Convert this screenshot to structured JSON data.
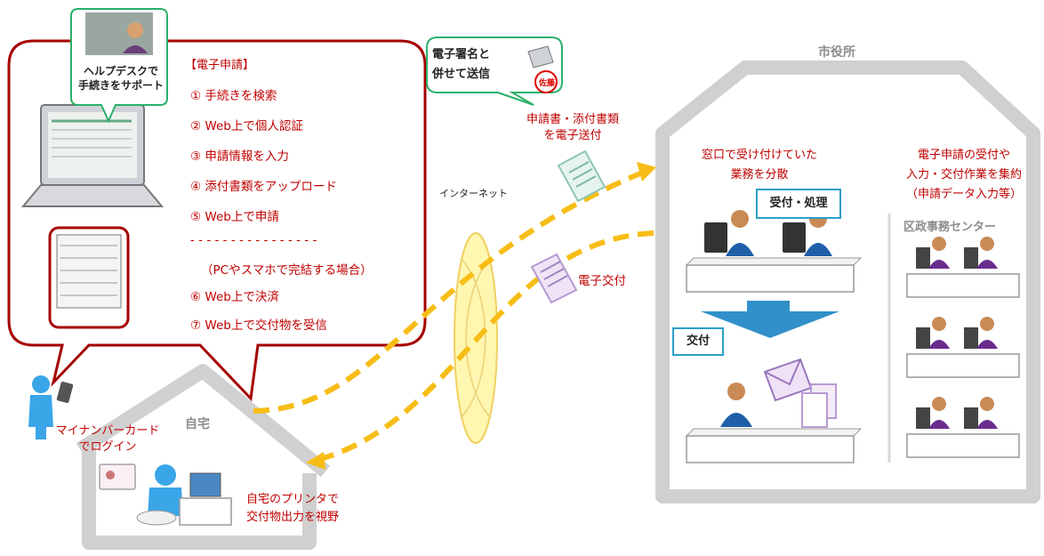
{
  "application": {
    "title": "【電子申請】",
    "steps": [
      "① 手続きを検索",
      "② Web上で個人認証",
      "③ 申請情報を入力",
      "④ 添付書類をアップロード",
      "⑤ Web上で申請"
    ],
    "divider": "- - - - - - - - - - - - - - - -",
    "note": "（PCやスマホで完結する場合）",
    "steps_extra": [
      "⑥ Web上で決済",
      "⑦ Web上で交付物を受信"
    ]
  },
  "helpdesk": {
    "line1": "ヘルプデスクで",
    "line2": "手続きをサポート"
  },
  "signature": {
    "line1": "電子署名と",
    "line2": "併せて送信",
    "stamp": "佐藤"
  },
  "send_docs": {
    "line1": "申請書・添付書類",
    "line2": "を電子送付"
  },
  "internet": "インターネット",
  "delivery": "電子交付",
  "home": {
    "title": "自宅",
    "mynumber_line1": "マイナンバーカード",
    "mynumber_line2": "でログイン",
    "printer_line1": "自宅のプリンタで",
    "printer_line2": "交付物出力を視野"
  },
  "city": {
    "title": "市役所",
    "window_line1": "窓口で受け付けていた",
    "window_line2": "業務を分散",
    "reception_callout": "受付・処理",
    "issue_callout": "交付",
    "center_line1": "電子申請の受付や",
    "center_line2": "入力・交付作業を集約",
    "center_line3": "（申請データ入力等）",
    "center_title": "区政事務センター"
  },
  "colors": {
    "accent_red": "#c00000",
    "outline_red": "#a50000",
    "callout_blue": "#2e9fc9",
    "arrow_yellow": "#f7bd16",
    "building_gray": "#d0d0d0",
    "flow_blue": "#3190c9"
  }
}
